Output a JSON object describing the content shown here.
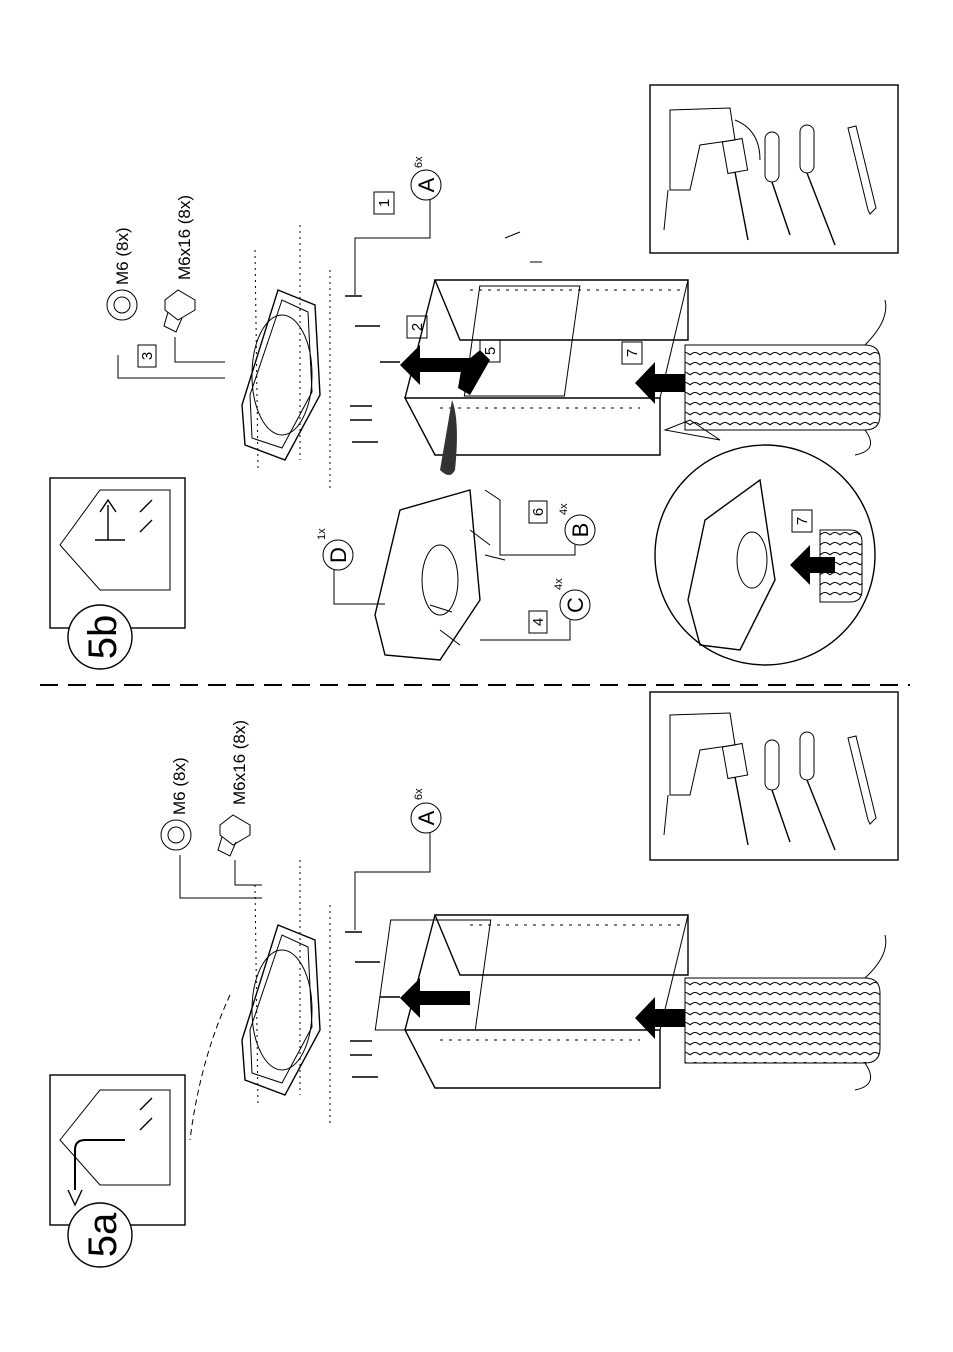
{
  "steps": {
    "a": {
      "id": "5a",
      "washer_spec": "M6 (8x)",
      "bolt_spec": "M6x16 (8x)",
      "part_a": {
        "letter": "A",
        "qty": "6x"
      }
    },
    "b": {
      "id": "5b",
      "washer_spec": "M6 (8x)",
      "bolt_spec": "M6x16 (8x)",
      "part_a": {
        "letter": "A",
        "qty": "6x"
      },
      "part_b": {
        "letter": "B",
        "qty": "4x"
      },
      "part_c": {
        "letter": "C",
        "qty": "4x"
      },
      "part_d": {
        "letter": "D",
        "qty": "1x"
      },
      "numbers": [
        "1",
        "2",
        "3",
        "4",
        "5",
        "6",
        "7",
        "7"
      ]
    }
  },
  "tools": [
    "drill-icon",
    "saw-icon",
    "screwdriver-icon",
    "screwdriver-icon",
    "pencil-icon"
  ],
  "icons": {
    "mode_a": "duct-exhaust-icon",
    "mode_b": "recirculation-icon"
  }
}
